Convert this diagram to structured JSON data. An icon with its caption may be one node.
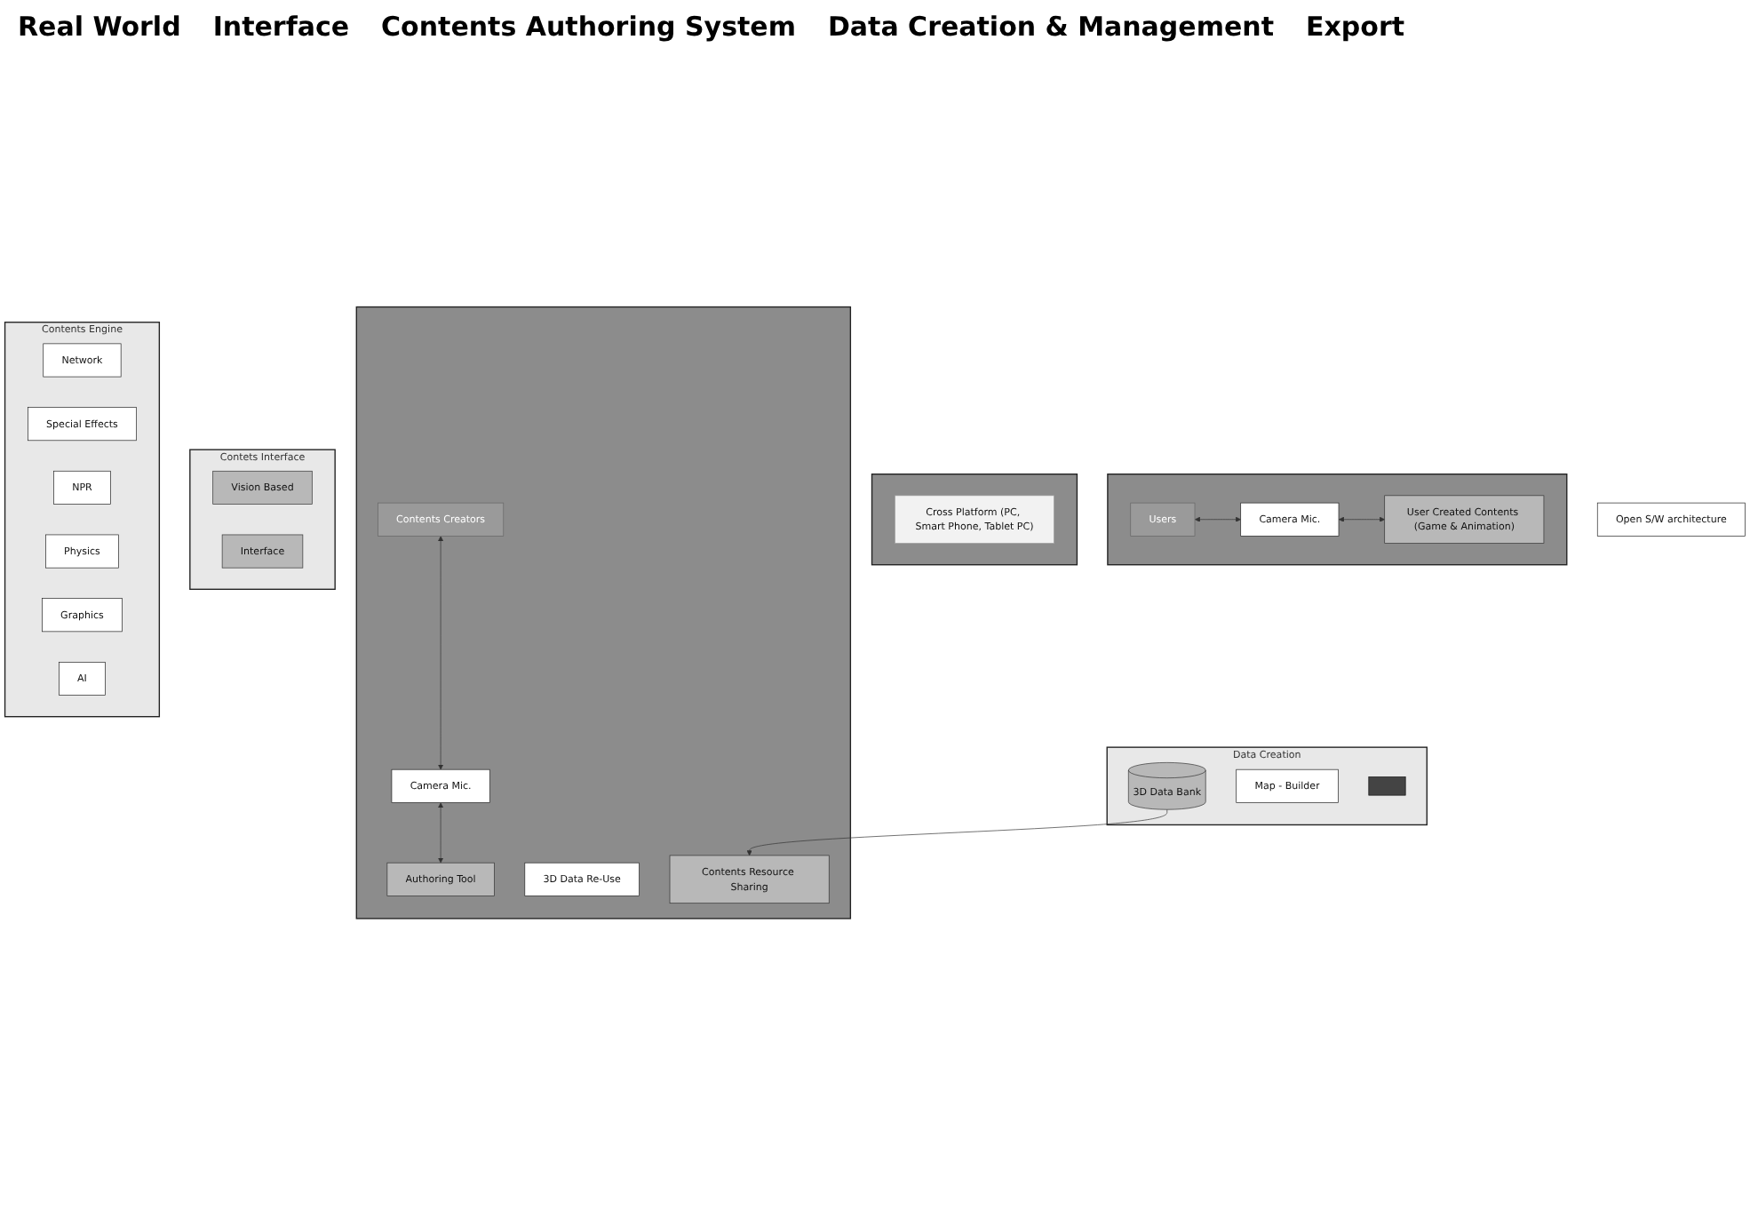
{
  "diagram": {
    "nodes": [
      {
        "text": [],
        "shape": "bar"
      },
      {
        "text": [
          "Users"
        ],
        "in": 0
      },
      {
        "text": [
          "Camera Mic."
        ],
        "in": 0
      },
      {
        "text": [
          "User Created Contents (Game & Animation)"
        ],
        "in": 0
      },
      {
        "text": [],
        "shape": "bar"
      },
      {
        "text": [
          "Cross Platform (PC, Smart Phone, Tablet PC)"
        ],
        "in": 4
      },
      {
        "text": [],
        "shape": "bar"
      },
      {
        "text": [
          "Contents Creators"
        ],
        "in": 6
      },
      {
        "text": [
          "Camera Mic."
        ],
        "in": 6
      },
      {
        "text": [
          "Authoring Tool"
        ],
        "in": 6
      },
      {
        "text": [
          "3D Data Re-Use"
        ],
        "in": 6
      },
      {
        "text": [
          "Contents Resource Sharing"
        ],
        "in": 6
      },
      {
        "text": [
          "Contets Interface"
        ]
      },
      {
        "text": [
          "Vision Based"
        ],
        "in": 12
      },
      {
        "text": [
          "Interface"
        ],
        "in": 12
      },
      {
        "text": [
          "Contents Engine"
        ]
      },
      {
        "text": [
          "Network"
        ],
        "in": 15
      },
      {
        "text": [
          "Special Effects"
        ],
        "in": 15
      },
      {
        "text": [
          "NPR"
        ],
        "in": 15
      },
      {
        "text": [
          "Physics"
        ],
        "in": 15
      },
      {
        "text": [
          "Graphics"
        ],
        "in": 15
      },
      {
        "text": [
          "AI"
        ],
        "in": 15
      },
      {
        "text": [
          "Open S/W architecture"
        ]
      },
      {
        "text": [
          "Data Creation"
        ]
      },
      {
        "text": [
          "3D Data Bank"
        ],
        "in": 23
      },
      {
        "text": [
          "Map - Builder"
        ],
        "in": 23
      },
      {
        "text": [],
        "shape": "box",
        "in": 23
      }
    ],
    "edges": [
      {
        "from": 1,
        "to": 2,
        "arrow": "both"
      },
      {
        "from": 2,
        "to": 3,
        "arrow": "both"
      },
      {
        "from": 7,
        "to": 8,
        "arrow": "both"
      },
      {
        "from": 8,
        "to": 9,
        "arrow": "both"
      },
      {
        "from": 24,
        "to": 11,
        "arrow": "to"
      }
    ],
    "labels": [
      "Real World",
      "Interface",
      "Contents Authoring System",
      "Data Creation & Management",
      "Export"
    ]
  }
}
